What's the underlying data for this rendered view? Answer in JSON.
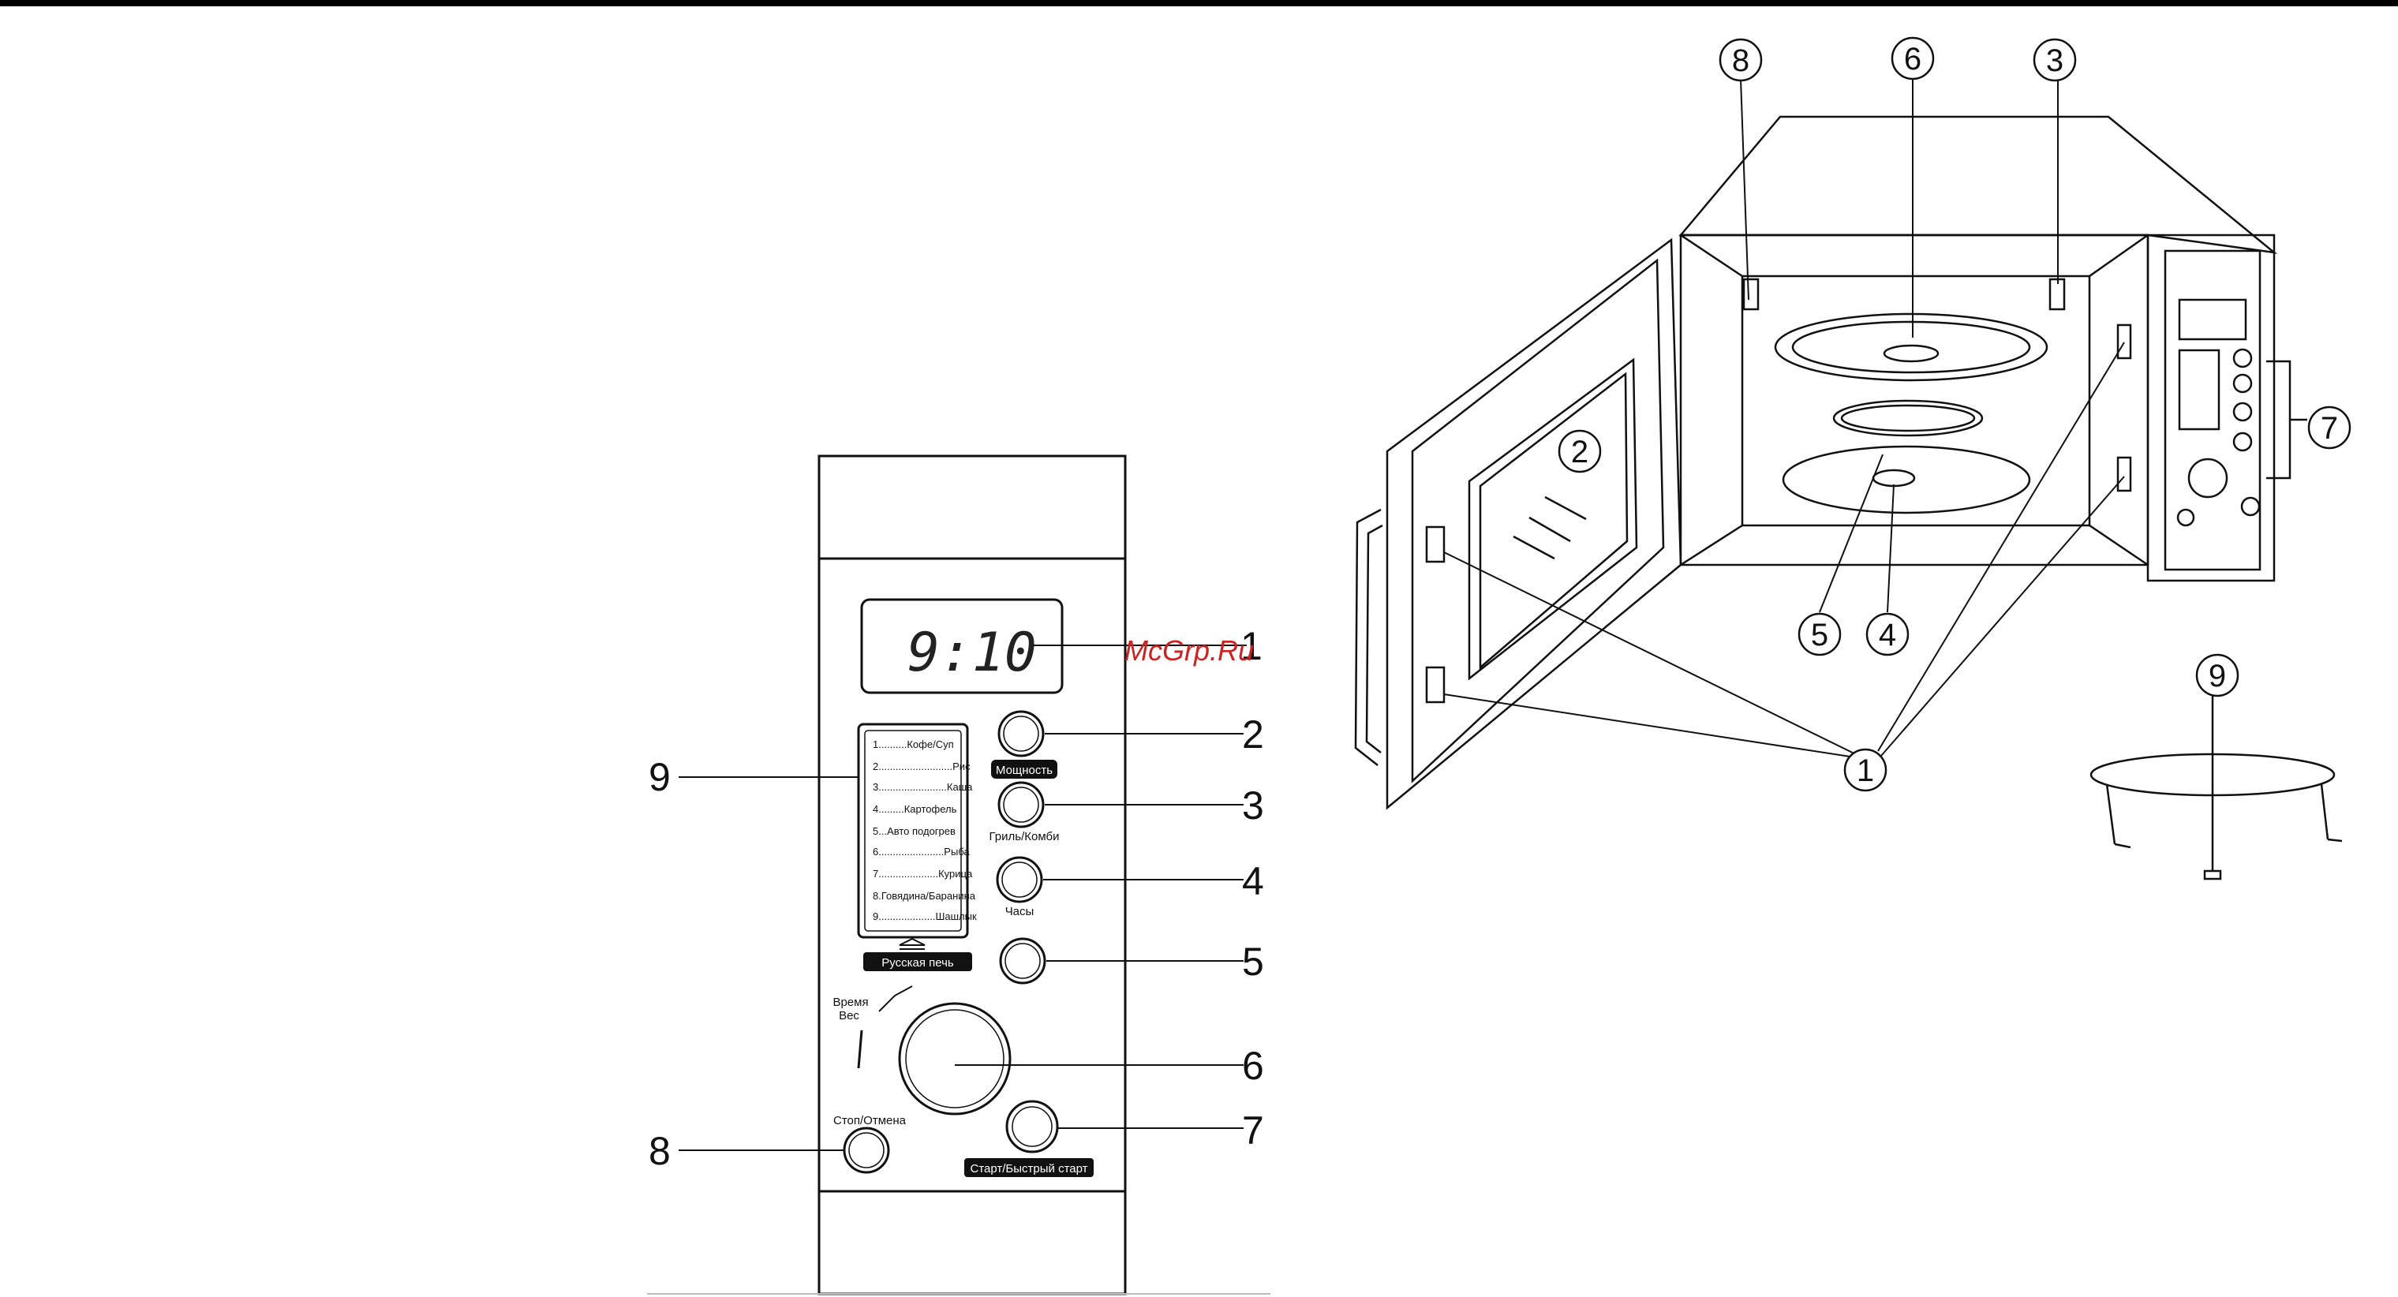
{
  "watermark": "McGrp.Ru",
  "display": {
    "time": "9:10"
  },
  "panel": {
    "menu_items": [
      "1..........Кофе/Суп",
      "2..........................Рис",
      "3........................Каша",
      "4.........Картофель",
      "5...Авто подогрев",
      "6.......................Рыба",
      "7.....................Курица",
      "8.Говядина/Баранина",
      "9....................Шашлык"
    ],
    "labels": {
      "power": "Мощность",
      "grill": "Гриль/Комби",
      "clock": "Часы",
      "russian_oven": "Русская печь",
      "time": "Время",
      "weight": "Вес",
      "stop": "Стоп/Отмена",
      "start": "Старт/Быстрый старт"
    },
    "callouts": [
      "1",
      "2",
      "3",
      "4",
      "5",
      "6",
      "7",
      "8",
      "9"
    ]
  },
  "oven": {
    "callouts": [
      "8",
      "6",
      "3",
      "2",
      "7",
      "5",
      "4",
      "1",
      "9"
    ]
  }
}
